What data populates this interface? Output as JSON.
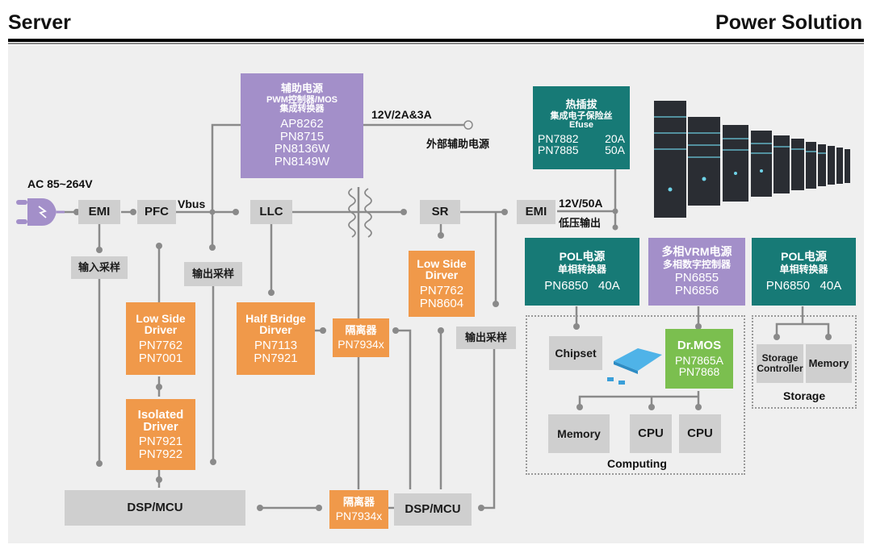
{
  "header": {
    "left_title": "Server",
    "right_title": "Power Solution"
  },
  "input": {
    "label": "AC 85~264V",
    "icon": "power-plug-icon"
  },
  "colors": {
    "gray_block": "#cfcfcf",
    "orange_block": "#f0994a",
    "purple_block": "#a38fc9",
    "teal_block": "#177a76",
    "green_block": "#7bbf4f",
    "wire": "#888888",
    "background": "#efefef"
  },
  "blocks": {
    "emi_in": "EMI",
    "pfc": "PFC",
    "vbus": "Vbus",
    "llc": "LLC",
    "sr": "SR",
    "emi_out": "EMI",
    "input_sampling": "输入采样",
    "output_sampling_1": "输出采样",
    "output_sampling_2": "输出采样",
    "dsp_mcu_1": "DSP/MCU",
    "dsp_mcu_2": "DSP/MCU"
  },
  "aux_power": {
    "title": "辅助电源",
    "subtitle1": "PWM控制器/MOS",
    "subtitle2": "集成转换器",
    "parts": [
      "AP8262",
      "PN8715",
      "PN8136W",
      "PN8149W"
    ],
    "output_label": "12V/2A&3A",
    "output_desc": "外部辅助电源"
  },
  "hot_swap": {
    "title": "热插拔",
    "subtitle": "集成电子保险丝",
    "subtitle2": "Efuse",
    "parts": [
      {
        "name": "PN7882",
        "rating": "20A"
      },
      {
        "name": "PN7885",
        "rating": "50A"
      }
    ]
  },
  "output": {
    "rating": "12V/50A",
    "desc": "低压输出"
  },
  "low_side_driver_pfc": {
    "title1": "Low Side",
    "title2": "Driver",
    "parts": [
      "PN7762",
      "PN7001"
    ]
  },
  "isolated_driver": {
    "title1": "Isolated",
    "title2": "Driver",
    "parts": [
      "PN7921",
      "PN7922"
    ]
  },
  "half_bridge": {
    "title1": "Half Bridge",
    "title2": "Dirver",
    "parts": [
      "PN7113",
      "PN7921"
    ]
  },
  "low_side_driver_sr": {
    "title1": "Low Side",
    "title2": "Dirver",
    "parts": [
      "PN7762",
      "PN8604"
    ]
  },
  "isolator_1": {
    "title": "隔离器",
    "part": "PN7934x"
  },
  "isolator_2": {
    "title": "隔离器",
    "part": "PN7934x"
  },
  "pol_1": {
    "title": "POL电源",
    "subtitle": "单相转换器",
    "part": "PN6850",
    "rating": "40A"
  },
  "vrm": {
    "title": "多相VRM电源",
    "subtitle": "多相数字控制器",
    "parts": [
      "PN6855",
      "PN6856"
    ]
  },
  "pol_2": {
    "title": "POL电源",
    "subtitle": "单相转换器",
    "part": "PN6850",
    "rating": "40A"
  },
  "drmos": {
    "title": "Dr.MOS",
    "parts": [
      "PN7865A",
      "PN7868"
    ]
  },
  "computing": {
    "label": "Computing",
    "chipset": "Chipset",
    "memory": "Memory",
    "cpu1": "CPU",
    "cpu2": "CPU"
  },
  "storage": {
    "label": "Storage",
    "controller": "Storage Controller",
    "memory": "Memory"
  }
}
